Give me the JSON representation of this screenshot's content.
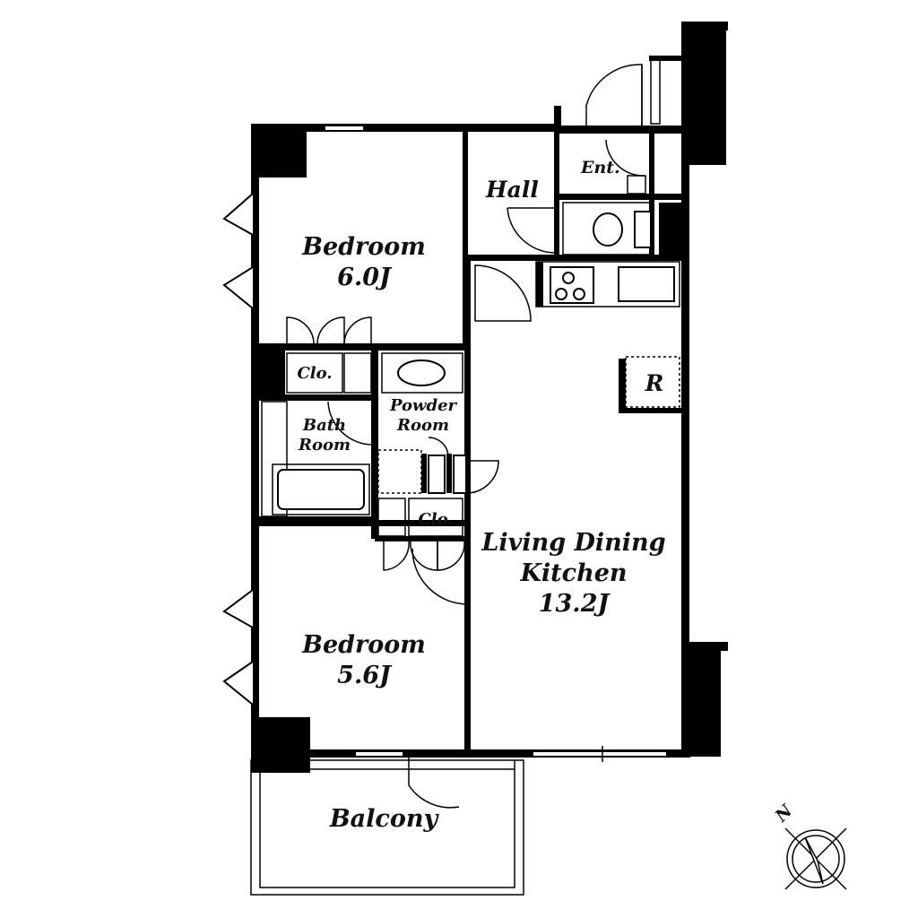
{
  "rooms": {
    "hall": "Hall",
    "entrance": "Ent.",
    "bedroom1_name": "Bedroom",
    "bedroom1_size": "6.0J",
    "closet1": "Clo.",
    "bath_line1": "Bath",
    "bath_line2": "Room",
    "powder_line1": "Powder",
    "powder_line2": "Room",
    "closet2": "Clo.",
    "refrigerator": "R",
    "ldk_line1": "Living Dining",
    "ldk_line2": "Kitchen",
    "ldk_size": "13.2J",
    "bedroom2_name": "Bedroom",
    "bedroom2_size": "5.6J",
    "balcony": "Balcony"
  },
  "compass": {
    "north": "N"
  }
}
